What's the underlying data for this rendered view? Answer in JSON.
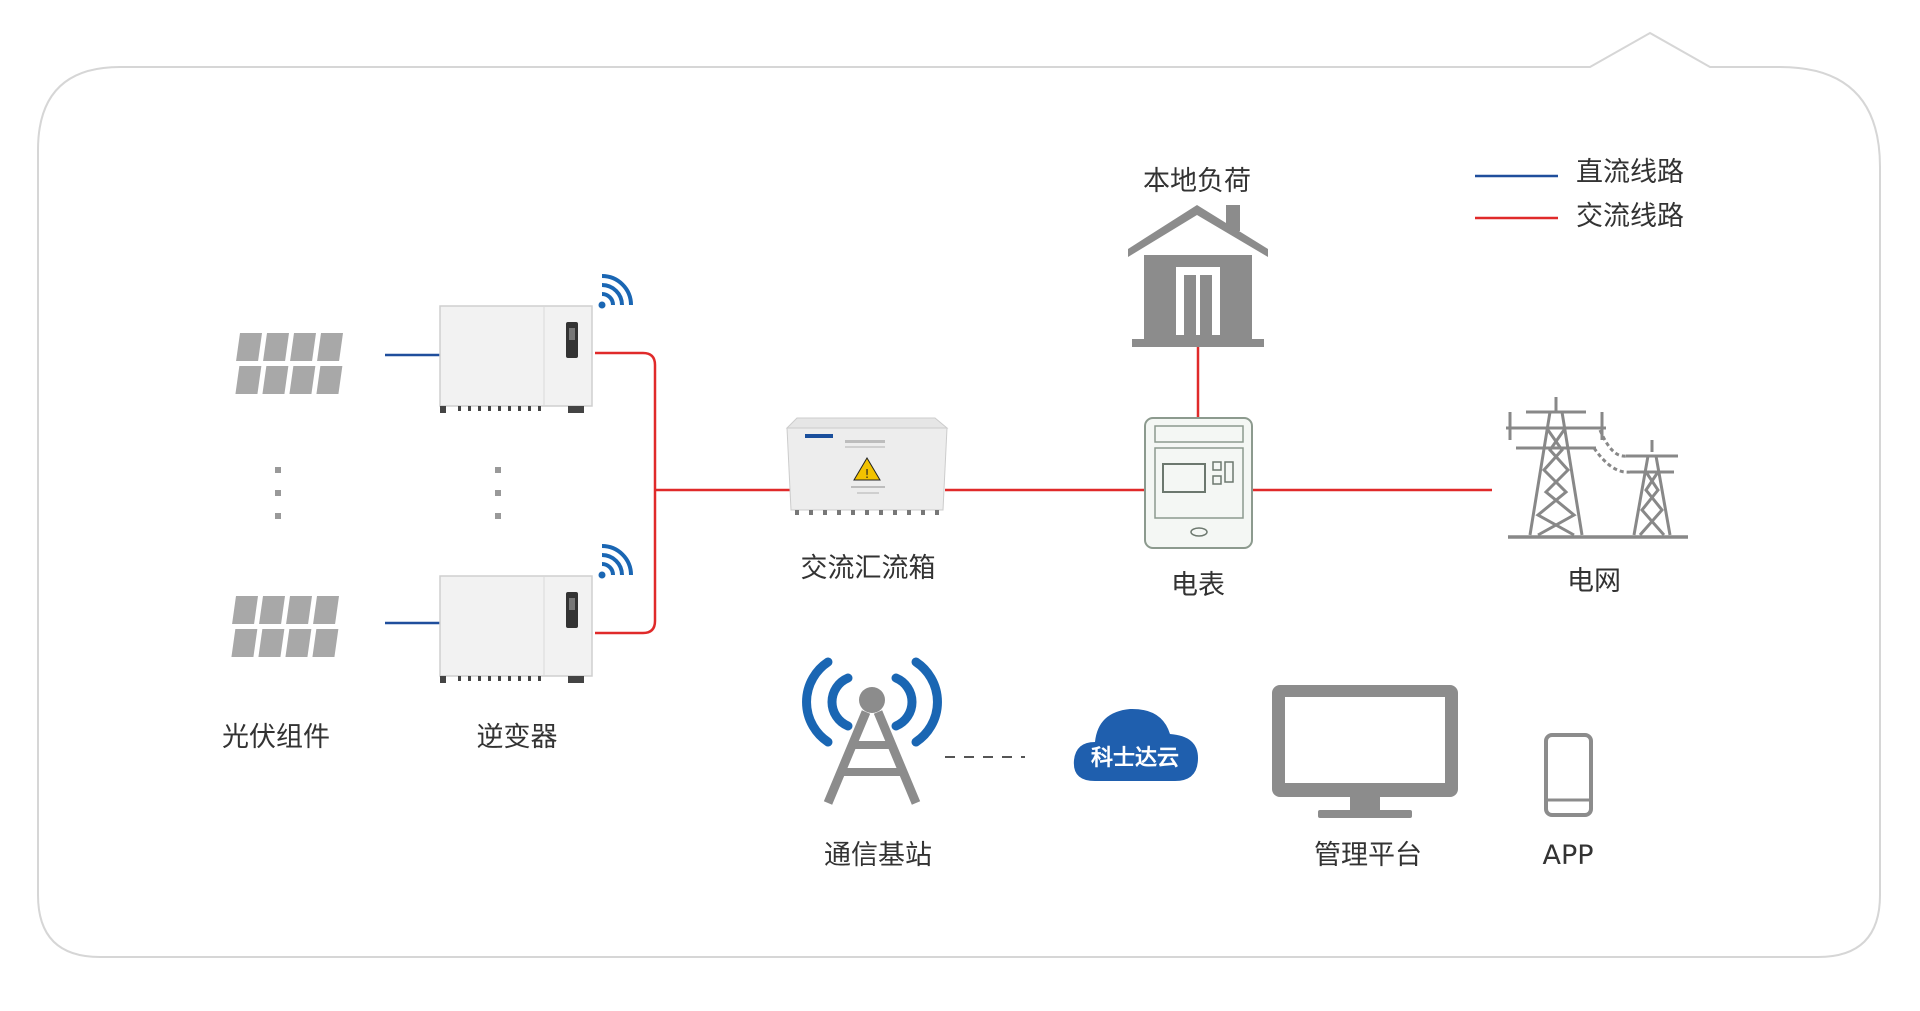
{
  "colors": {
    "dc_line": "#1f4e9c",
    "ac_line": "#e02a2a",
    "icon_gray": "#8c8c8c",
    "wifi_blue": "#1a66b3",
    "label": "#333333",
    "frame": "#d6d6d6"
  },
  "legend": {
    "dc_label": "直流线路",
    "ac_label": "交流线路"
  },
  "nodes": {
    "pv": "光伏组件",
    "inverter": "逆变器",
    "ac_combiner": "交流汇流箱",
    "local_load": "本地负荷",
    "meter": "电表",
    "grid": "电网",
    "base_station": "通信基站",
    "cloud": "科士达云",
    "platform": "管理平台",
    "app": "APP"
  },
  "icons": {
    "pv": "solar-panel-icon",
    "inverter": "inverter-icon",
    "wifi": "wifi-icon",
    "ac_combiner": "combiner-box-icon",
    "house": "house-icon",
    "meter": "electric-meter-icon",
    "grid": "power-tower-icon",
    "base_station": "signal-tower-icon",
    "cloud": "cloud-icon",
    "platform": "monitor-icon",
    "app": "smartphone-icon"
  }
}
